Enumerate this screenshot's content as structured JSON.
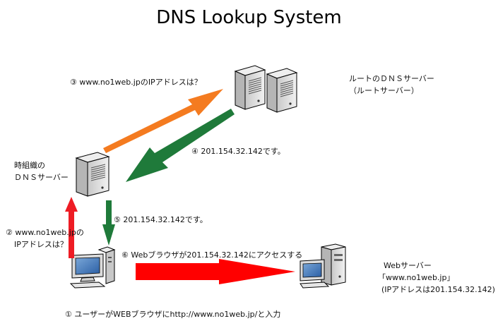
{
  "title": "DNS Lookup System",
  "nodes": {
    "root_server": {
      "line1": "ルートのＤＮＳサーバー",
      "line2": "（ルートサーバー）"
    },
    "org_dns": {
      "line1": "時組織の",
      "line2": "ＤＮＳサーバー"
    },
    "web_server": {
      "line1": "Webサーバー",
      "line2": "「www.no1web.jp」",
      "line3": "(IPアドレスは201.154.32.142)"
    }
  },
  "steps": {
    "s1": "① ユーザーがWEBブラウザにhttp://www.no1web.jp/と入力",
    "s2_line1": "② www.no1web.jpの",
    "s2_line2": "IPアドレスは？",
    "s3": "③ www.no1web.jpのIPアドレスは？",
    "s4": "④ 201.154.32.142です。",
    "s5": "⑤ 201.154.32.142です。",
    "s6": "⑥ Webブラウザが201.154.32.142にアクセスする"
  },
  "colors": {
    "orange": "#f47b20",
    "green": "#1f7a3a",
    "red_step2": "#ee1c24",
    "red_step6": "#ff0000",
    "server_gray": "#d9d9d9",
    "outline": "#000000"
  }
}
